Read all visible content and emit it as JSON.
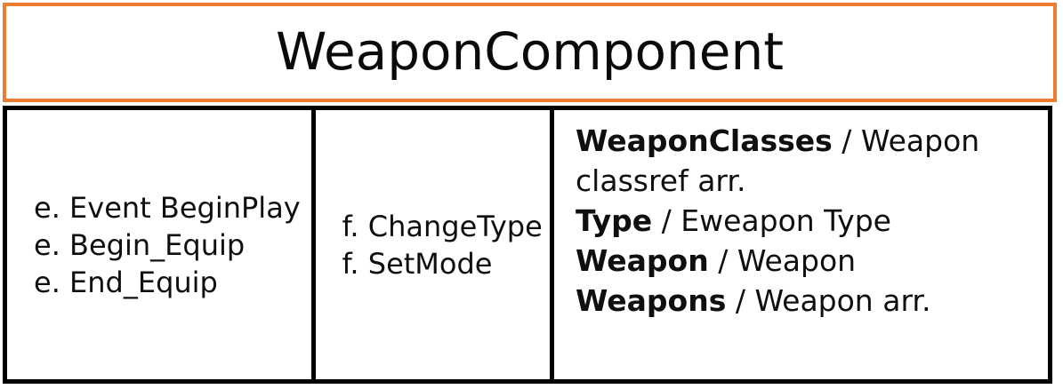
{
  "card": {
    "title": "WeaponComponent",
    "accent_color": "#ED7D31",
    "border_color": "#000000",
    "text_color": "#0f0f0f",
    "background_color": "#ffffff"
  },
  "columns": {
    "events": {
      "items": [
        "e. Event BeginPlay",
        "e. Begin_Equip",
        "e. End_Equip"
      ]
    },
    "functions": {
      "items": [
        "f. ChangeType",
        "f. SetMode"
      ]
    },
    "variables": {
      "items": [
        {
          "name": "WeaponClasses",
          "separator": "  /  ",
          "type": "Weapon classref arr."
        },
        {
          "name": "Type",
          "separator": " / ",
          "type": "Eweapon Type"
        },
        {
          "name": "Weapon",
          "separator": " / ",
          "type": "Weapon"
        },
        {
          "name": "Weapons",
          "separator": " / ",
          "type": "Weapon arr."
        }
      ]
    }
  }
}
